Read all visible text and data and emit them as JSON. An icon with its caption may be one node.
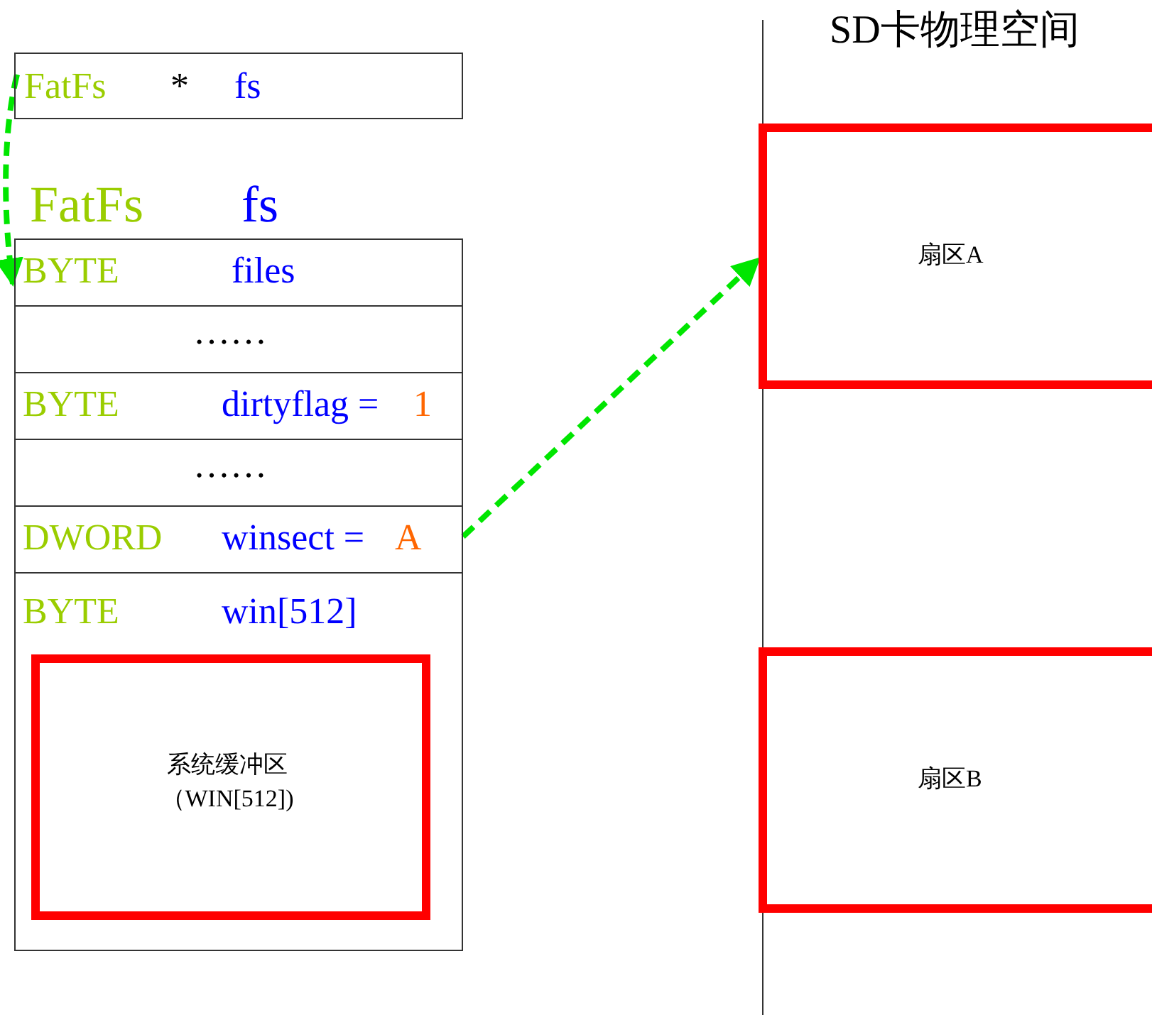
{
  "diagram": {
    "nodes": [
      {
        "text": [
          "FatFs",
          "*",
          "fs"
        ]
      },
      {
        "text": [
          "FatFs",
          "fs"
        ]
      },
      {
        "text": [
          "BYTE",
          "files"
        ],
        "in": 1
      },
      {
        "text": [
          "……"
        ],
        "in": 1
      },
      {
        "text": [
          "BYTE",
          "dirtyflag =",
          "1"
        ],
        "in": 1
      },
      {
        "text": [
          "……"
        ],
        "in": 1
      },
      {
        "text": [
          "DWORD",
          "winsect =",
          "A"
        ],
        "in": 1
      },
      {
        "text": [
          "BYTE",
          "win[512]"
        ],
        "in": 1
      },
      {
        "text": [
          "系统缓冲区（WIN[512])"
        ],
        "in": 7
      },
      {
        "text": [
          "扇区A"
        ]
      },
      {
        "text": [
          "扇区B"
        ]
      }
    ],
    "edges": [
      {
        "from": 0,
        "to": 2,
        "arrow": "to",
        "style": "dashed"
      },
      {
        "from": 6,
        "to": 9,
        "arrow": "to",
        "style": "dashed"
      }
    ],
    "labels": [
      "SD卡物理空间"
    ]
  }
}
